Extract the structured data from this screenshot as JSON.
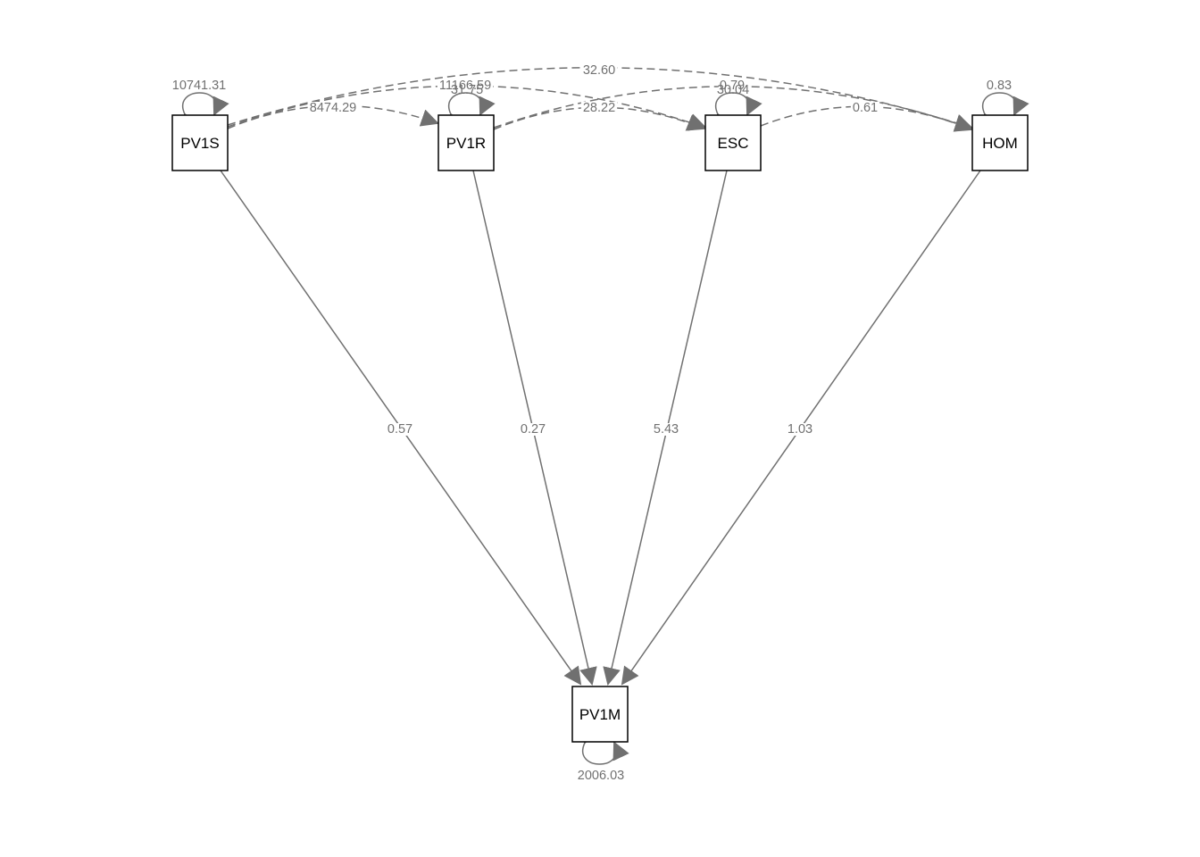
{
  "nodes": {
    "pv1s": {
      "label": "PV1S"
    },
    "pv1r": {
      "label": "PV1R"
    },
    "esc": {
      "label": "ESC"
    },
    "hom": {
      "label": "HOM"
    },
    "pv1m": {
      "label": "PV1M"
    }
  },
  "regressions": {
    "pv1s_pv1m": "0.57",
    "pv1r_pv1m": "0.27",
    "esc_pv1m": "5.43",
    "hom_pv1m": "1.03"
  },
  "covariances": {
    "pv1s_pv1r": "8474.29",
    "pv1s_esc": "11166.59",
    "pv1s_hom": "32.60",
    "pv1r_esc": "28.22",
    "pv1r_hom": "0.79",
    "esc_hom": "0.61"
  },
  "variances": {
    "pv1s": "10741.31",
    "pv1r": "31.75",
    "esc": "30.04",
    "hom": "0.83",
    "pv1m": "2006.03"
  },
  "colors": {
    "edge": "#707070",
    "node_border": "#000000",
    "background": "#ffffff"
  }
}
